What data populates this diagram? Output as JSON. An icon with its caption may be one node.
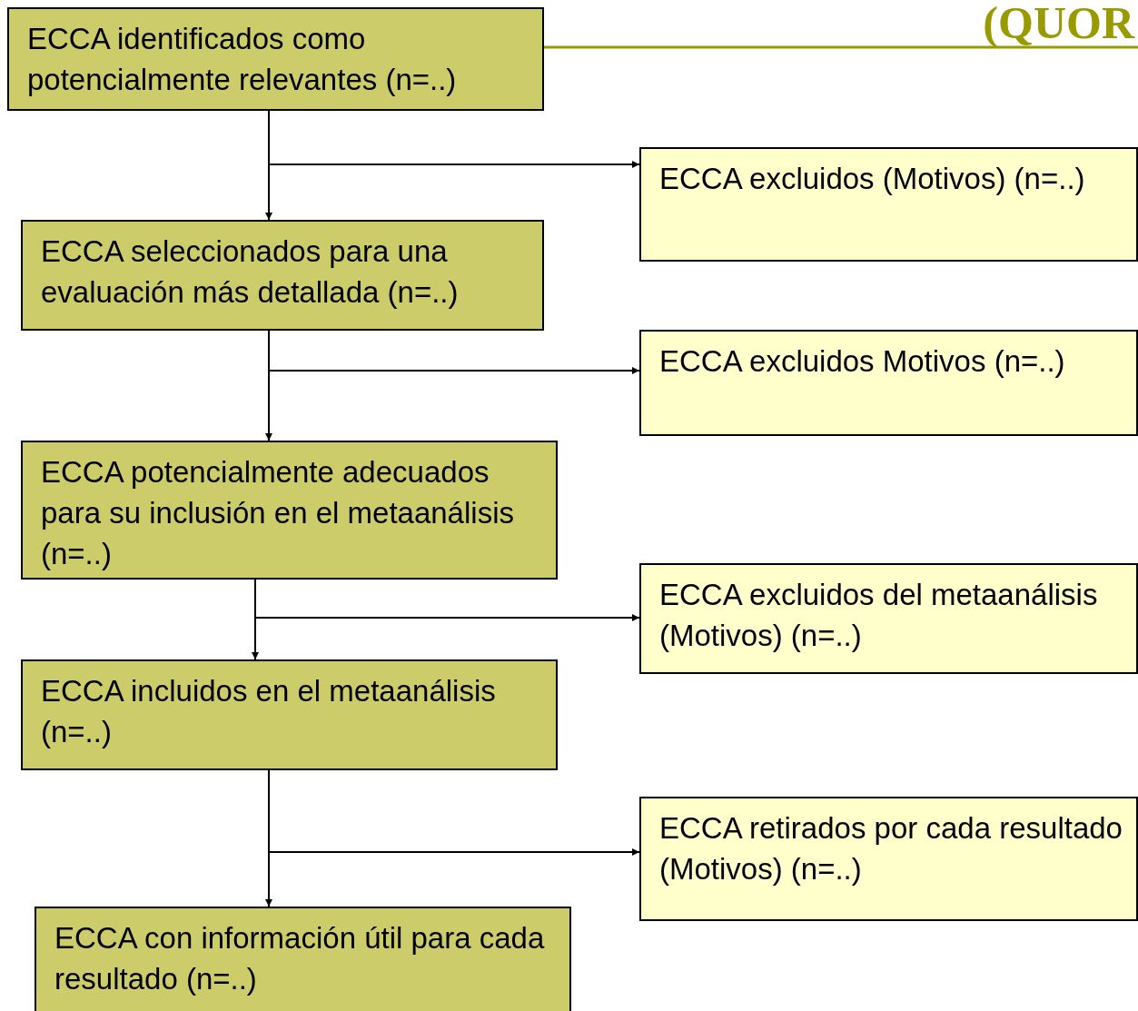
{
  "diagram": {
    "title": "(QUOR",
    "nodes": [
      {
        "text": [
          "ECCA identificados como potencialmente relevantes (n=..)"
        ]
      },
      {
        "text": [
          "ECCA excluidos (Motivos) (n=..)"
        ]
      },
      {
        "text": [
          "ECCA seleccionados para una evaluación más detallada (n=..)"
        ]
      },
      {
        "text": [
          "ECCA excluidos Motivos (n=..)"
        ]
      },
      {
        "text": [
          "ECCA potencialmente adecuados para su inclusión en el metaanálisis (n=..)"
        ]
      },
      {
        "text": [
          "ECCA excluidos del metaanálisis (Motivos) (n=..)"
        ]
      },
      {
        "text": [
          "ECCA incluidos en el metaanálisis  (n=..)"
        ]
      },
      {
        "text": [
          "ECCA retirados por cada resultado (Motivos) (n=..)"
        ]
      },
      {
        "text": [
          "ECCA con información útil para cada resultado  (n=..)"
        ]
      }
    ],
    "edges": [
      {
        "from": 0,
        "to": 2,
        "arrow": "to"
      },
      {
        "from": 0,
        "to": 1,
        "arrow": "to"
      },
      {
        "from": 2,
        "to": 4,
        "arrow": "to"
      },
      {
        "from": 2,
        "to": 3,
        "arrow": "to"
      },
      {
        "from": 4,
        "to": 6,
        "arrow": "to"
      },
      {
        "from": 4,
        "to": 5,
        "arrow": "to"
      },
      {
        "from": 6,
        "to": 8,
        "arrow": "to"
      },
      {
        "from": 6,
        "to": 7,
        "arrow": "to"
      }
    ]
  }
}
